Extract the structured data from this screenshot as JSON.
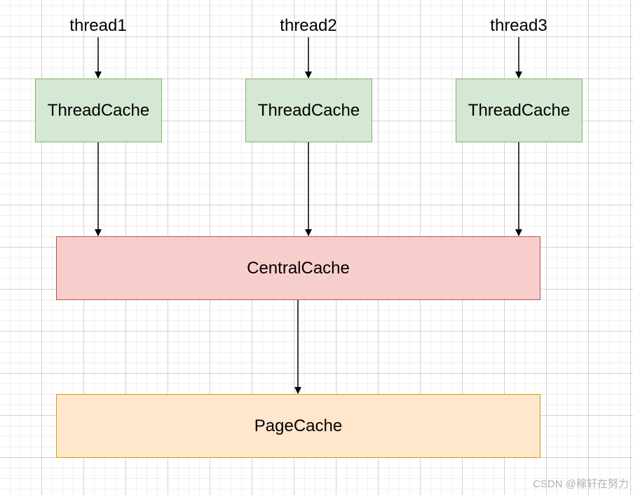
{
  "diagram": {
    "threads": [
      {
        "label": "thread1",
        "cache": "ThreadCache"
      },
      {
        "label": "thread2",
        "cache": "ThreadCache"
      },
      {
        "label": "thread3",
        "cache": "ThreadCache"
      }
    ],
    "central": "CentralCache",
    "page": "PageCache",
    "edges": [
      {
        "from": "thread1",
        "to": "ThreadCache 1"
      },
      {
        "from": "thread2",
        "to": "ThreadCache 2"
      },
      {
        "from": "thread3",
        "to": "ThreadCache 3"
      },
      {
        "from": "ThreadCache 1",
        "to": "CentralCache"
      },
      {
        "from": "ThreadCache 2",
        "to": "CentralCache"
      },
      {
        "from": "ThreadCache 3",
        "to": "CentralCache"
      },
      {
        "from": "CentralCache",
        "to": "PageCache"
      }
    ]
  },
  "colors": {
    "thread_cache_fill": "#d5e8d4",
    "thread_cache_stroke": "#82b366",
    "central_cache_fill": "#f8cecc",
    "central_cache_stroke": "#b85450",
    "page_cache_fill": "#ffe6cc",
    "page_cache_stroke": "#d79b00",
    "arrow": "#000000"
  },
  "watermark": "CSDN @稼轩在努力"
}
